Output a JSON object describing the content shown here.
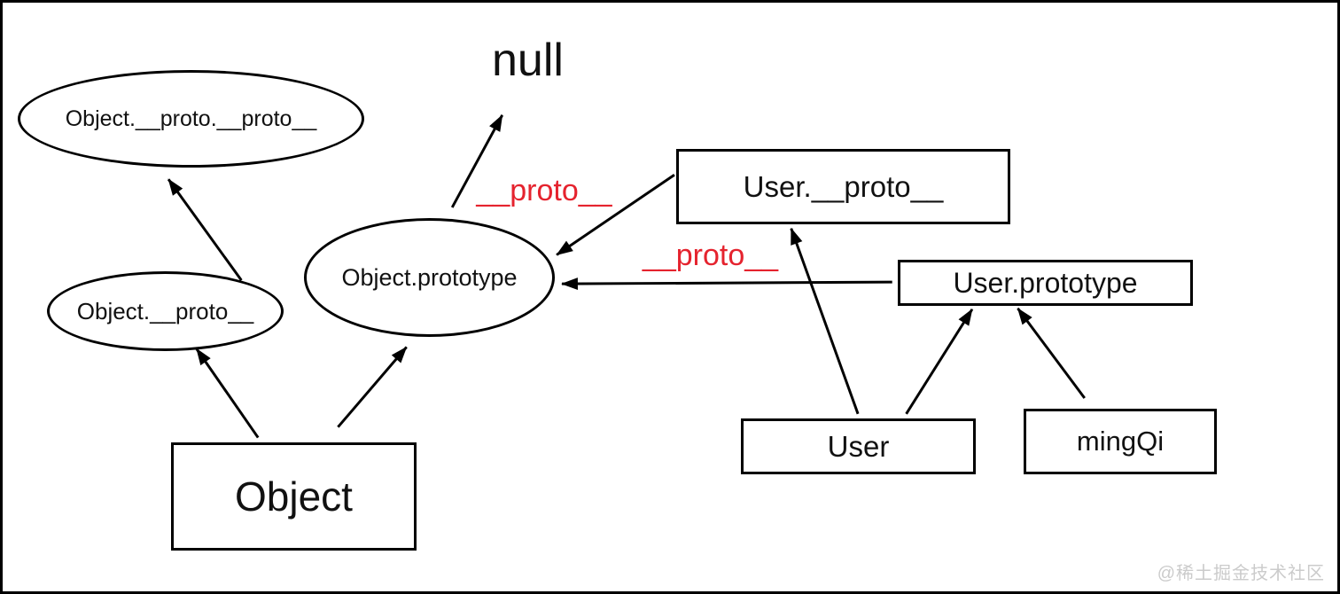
{
  "colors": {
    "background": "#ffffff",
    "ink": "#000000",
    "red": "#e5232e",
    "watermark_gray": "#cbcbcb"
  },
  "nodes": {
    "object_proto_proto": {
      "label": "Object.__proto.__proto__",
      "shape": "ellipse"
    },
    "null_node": {
      "label": "null",
      "shape": "text"
    },
    "user_proto": {
      "label": "User.__proto__",
      "shape": "rect"
    },
    "object_prototype": {
      "label": "Object.prototype",
      "shape": "ellipse"
    },
    "object_proto": {
      "label": "Object.__proto__",
      "shape": "ellipse"
    },
    "user_prototype": {
      "label": "User.prototype",
      "shape": "rect"
    },
    "object": {
      "label": "Object",
      "shape": "rect"
    },
    "user": {
      "label": "User",
      "shape": "rect"
    },
    "mingqi": {
      "label": "mingQi",
      "shape": "rect"
    }
  },
  "edge_labels": {
    "proto_upper": "__proto__",
    "proto_lower": "__proto__"
  },
  "edges": [
    {
      "from": "object_proto",
      "to": "object_proto_proto"
    },
    {
      "from": "object_prototype",
      "to": "null_node"
    },
    {
      "from": "user_proto",
      "to": "object_prototype",
      "label": "__proto__"
    },
    {
      "from": "user_prototype",
      "to": "object_prototype",
      "label": "__proto__"
    },
    {
      "from": "object",
      "to": "object_proto"
    },
    {
      "from": "object",
      "to": "object_prototype"
    },
    {
      "from": "user",
      "to": "user_proto"
    },
    {
      "from": "user",
      "to": "user_prototype"
    },
    {
      "from": "mingqi",
      "to": "user_prototype"
    }
  ],
  "watermark": "@稀土掘金技术社区"
}
